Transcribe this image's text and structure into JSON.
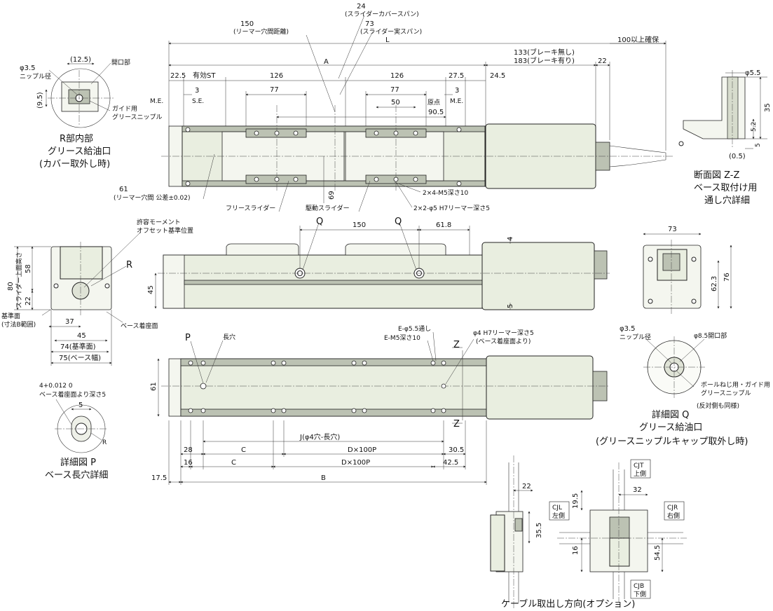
{
  "top_view": {
    "dims": {
      "d24": "24",
      "d24_note": "(スライダーカバースパン)",
      "d150": "150",
      "d150_note": "(リーマー穴間距離)",
      "d73": "73",
      "d73_note": "(スライダー実スパン)",
      "A": "A",
      "L": "L",
      "d100": "100以上確保",
      "d133": "133(ブレーキ無し)",
      "d183": "183(ブレーキ有り)",
      "d22": "22",
      "d22_5": "22.5",
      "stroke": "有効ST",
      "d126a": "126",
      "d126b": "126",
      "d27_5": "27.5",
      "d24_5": "24.5",
      "me_left": "M.E.",
      "me_right": "M.E.",
      "d3a": "3",
      "d3b": "3",
      "se": "S.E.",
      "d77a": "77",
      "d77b": "77",
      "d50": "50",
      "origin": "原点",
      "d90_5": "90.5",
      "d69": "69",
      "d61": "61",
      "d61_note": "(リーマー穴間 公差±0.02)"
    },
    "labels": {
      "free_slider": "フリースライダー",
      "drive_slider": "駆動スライダー",
      "tap": "2×4-M5深さ10",
      "reamer": "2×2-φ5 H7リーマー深さ5"
    }
  },
  "detail_r": {
    "phi": "φ3.5",
    "nipple": "ニップル径",
    "d12_5": "(12.5)",
    "opening": "開口部",
    "d9_5": "(9.5)",
    "guide1": "ガイド用",
    "guide2": "グリースニップル",
    "title1": "R部内部",
    "title2": "グリース給油口",
    "title3": "(カバー取外し時)"
  },
  "section_zz": {
    "phi": "φ5.5",
    "d35": "35",
    "d5_2": "5.2",
    "d5": "5",
    "d0_5": "(0.5)",
    "title1": "断面図 Z-Z",
    "title2": "ベース取付け用",
    "title3": "通し穴詳細"
  },
  "front_view": {
    "Q1": "Q",
    "Q2": "Q",
    "d150": "150",
    "d61_8": "61.8",
    "d4": "4",
    "d45": "45",
    "d5": "5",
    "moment1": "許容モーメント",
    "moment2": "オフセット基準位置",
    "R": "R"
  },
  "end_view": {
    "d80": "80",
    "d80_note": "スライダー上面高さ",
    "d58": "58",
    "d22": "22",
    "d37": "37",
    "d45": "45",
    "d74": "74(基準面)",
    "d75": "75(ベース幅)",
    "ref1": "基準面",
    "ref2": "(寸法B範囲)",
    "base_mount": "ベース着座面"
  },
  "motor_end": {
    "d73": "73",
    "d62_3": "62.3",
    "d76": "76"
  },
  "bottom_view": {
    "P": "P",
    "slot": "長穴",
    "e_thru": "E-φ5.5通し",
    "e_m5": "E-M5深さ10",
    "reamer1": "φ4 H7リーマー深さ5",
    "reamer2": "(ベース着座面より)",
    "Z1": "Z",
    "Z2": "Z",
    "d61": "61",
    "d28": "28",
    "C1": "C",
    "J": "J(φ4穴-長穴)",
    "D1": "D×100P",
    "d30_5": "30.5",
    "d16": "16",
    "C2": "C",
    "D2": "D×100P",
    "d42_5": "42.5",
    "d17_5": "17.5",
    "B": "B"
  },
  "detail_p": {
    "tol": "4+0.012 0",
    "note": "ベース着座面より深さ5",
    "d5": "5",
    "R": "R",
    "title1": "詳細図 P",
    "title2": "ベース長穴詳細"
  },
  "detail_q": {
    "phi": "φ3.5",
    "nipple": "ニップル径",
    "opening": "φ8.5開口部",
    "ball1": "ボールねじ用・ガイド用",
    "ball2": "グリースニップル",
    "ball3": "(反対側も同様)",
    "title1": "詳細図 Q",
    "title2": "グリース給油口",
    "title3": "(グリースニップルキャップ取外し時)"
  },
  "cable": {
    "d22": "22",
    "d35_5": "35.5",
    "d19_5": "19.5",
    "d32": "32",
    "d16": "16",
    "d54_5": "54.5",
    "cjt1": "CJT",
    "cjt2": "上側",
    "cjl1": "CJL",
    "cjl2": "左側",
    "cjr1": "CJR",
    "cjr2": "右側",
    "cjb1": "CJB",
    "cjb2": "下側",
    "title": "ケーブル取出し方向(オプション)"
  }
}
